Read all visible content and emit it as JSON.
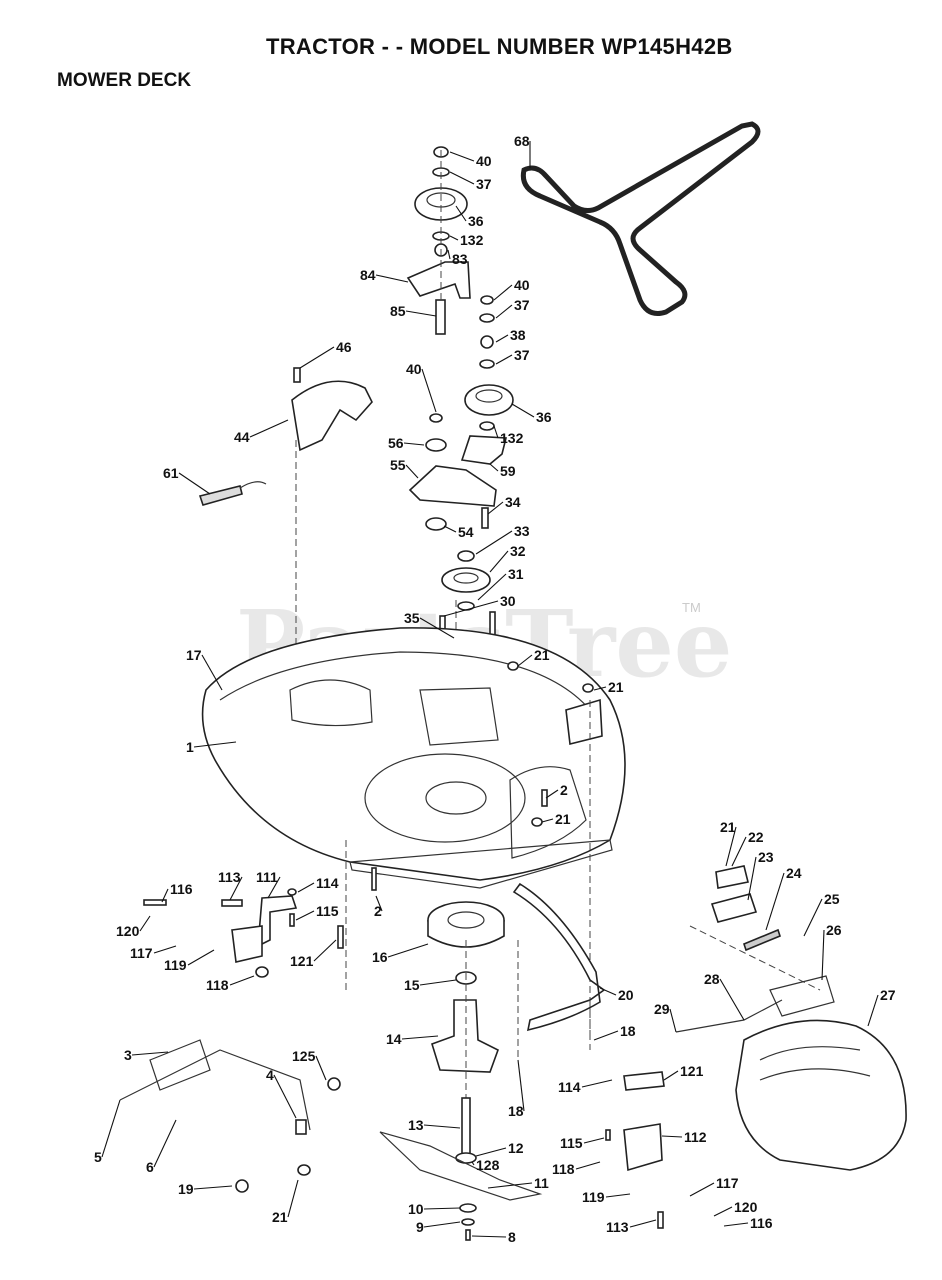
{
  "header": {
    "title": "TRACTOR - - MODEL NUMBER WP145H42B",
    "subtitle": "MOWER DECK"
  },
  "watermark": {
    "text": "PartsTree",
    "trademark": "TM"
  },
  "diagram": {
    "callouts": [
      "40",
      "37",
      "36",
      "132",
      "83",
      "84",
      "85",
      "68",
      "40",
      "37",
      "38",
      "37",
      "36",
      "132",
      "46",
      "44",
      "40",
      "56",
      "55",
      "59",
      "61",
      "34",
      "54",
      "33",
      "32",
      "31",
      "30",
      "35",
      "17",
      "21",
      "21",
      "1",
      "2",
      "21",
      "116",
      "113",
      "111",
      "114",
      "115",
      "120",
      "117",
      "119",
      "121",
      "118",
      "2",
      "16",
      "15",
      "14",
      "20",
      "18",
      "18",
      "21",
      "22",
      "23",
      "24",
      "25",
      "26",
      "27",
      "28",
      "29",
      "114",
      "121",
      "3",
      "125",
      "4",
      "5",
      "6",
      "19",
      "21",
      "13",
      "12",
      "128",
      "11",
      "10",
      "9",
      "8",
      "115",
      "112",
      "118",
      "119",
      "117",
      "120",
      "116",
      "113"
    ]
  }
}
